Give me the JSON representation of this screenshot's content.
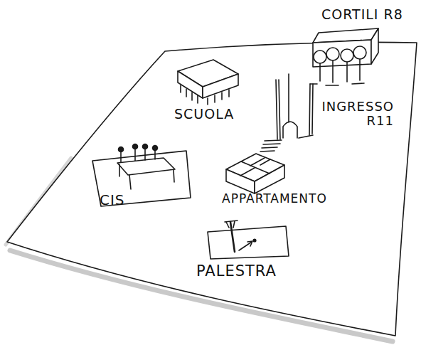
{
  "diagram": {
    "labels": [
      "CORTILI R8",
      "SCUOLA",
      "INGRESSO R11",
      "CIS",
      "APPARTAMENTO",
      "PALESTRA"
    ]
  }
}
